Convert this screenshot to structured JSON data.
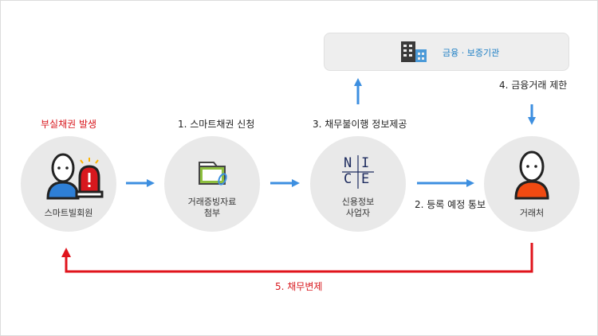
{
  "institution": {
    "label": "금융 · 보증기관",
    "icon": "building-icon"
  },
  "nodes": [
    {
      "id": "member",
      "label": "스마트빌회원",
      "icon": "person-alert-icon"
    },
    {
      "id": "attach",
      "label_line1": "거래증빙자료",
      "label_line2": "첨부",
      "icon": "document-attach-icon"
    },
    {
      "id": "nice",
      "label_line1": "신용정보",
      "label_line2": "사업자",
      "logo_letters": [
        "N",
        "I",
        "C",
        "E"
      ]
    },
    {
      "id": "partner",
      "label": "거래처",
      "icon": "person-icon"
    }
  ],
  "steps": {
    "bad_debt": "부실채권 발생",
    "step1": "1. 스마트채권 신청",
    "step2": "2. 등록 예정 통보",
    "step3": "3. 채무불이행 정보제공",
    "step4": "4. 금융거래 제한",
    "step5": "5. 채무변제"
  },
  "colors": {
    "arrow_blue": "#3d8fe0",
    "arrow_red": "#e0141c",
    "circle_bg": "#e9e9e9",
    "person_blue": "#2e7fd6",
    "person_orange": "#f04a12",
    "alert_red": "#d8181e",
    "institution_text": "#1a7dc4"
  }
}
